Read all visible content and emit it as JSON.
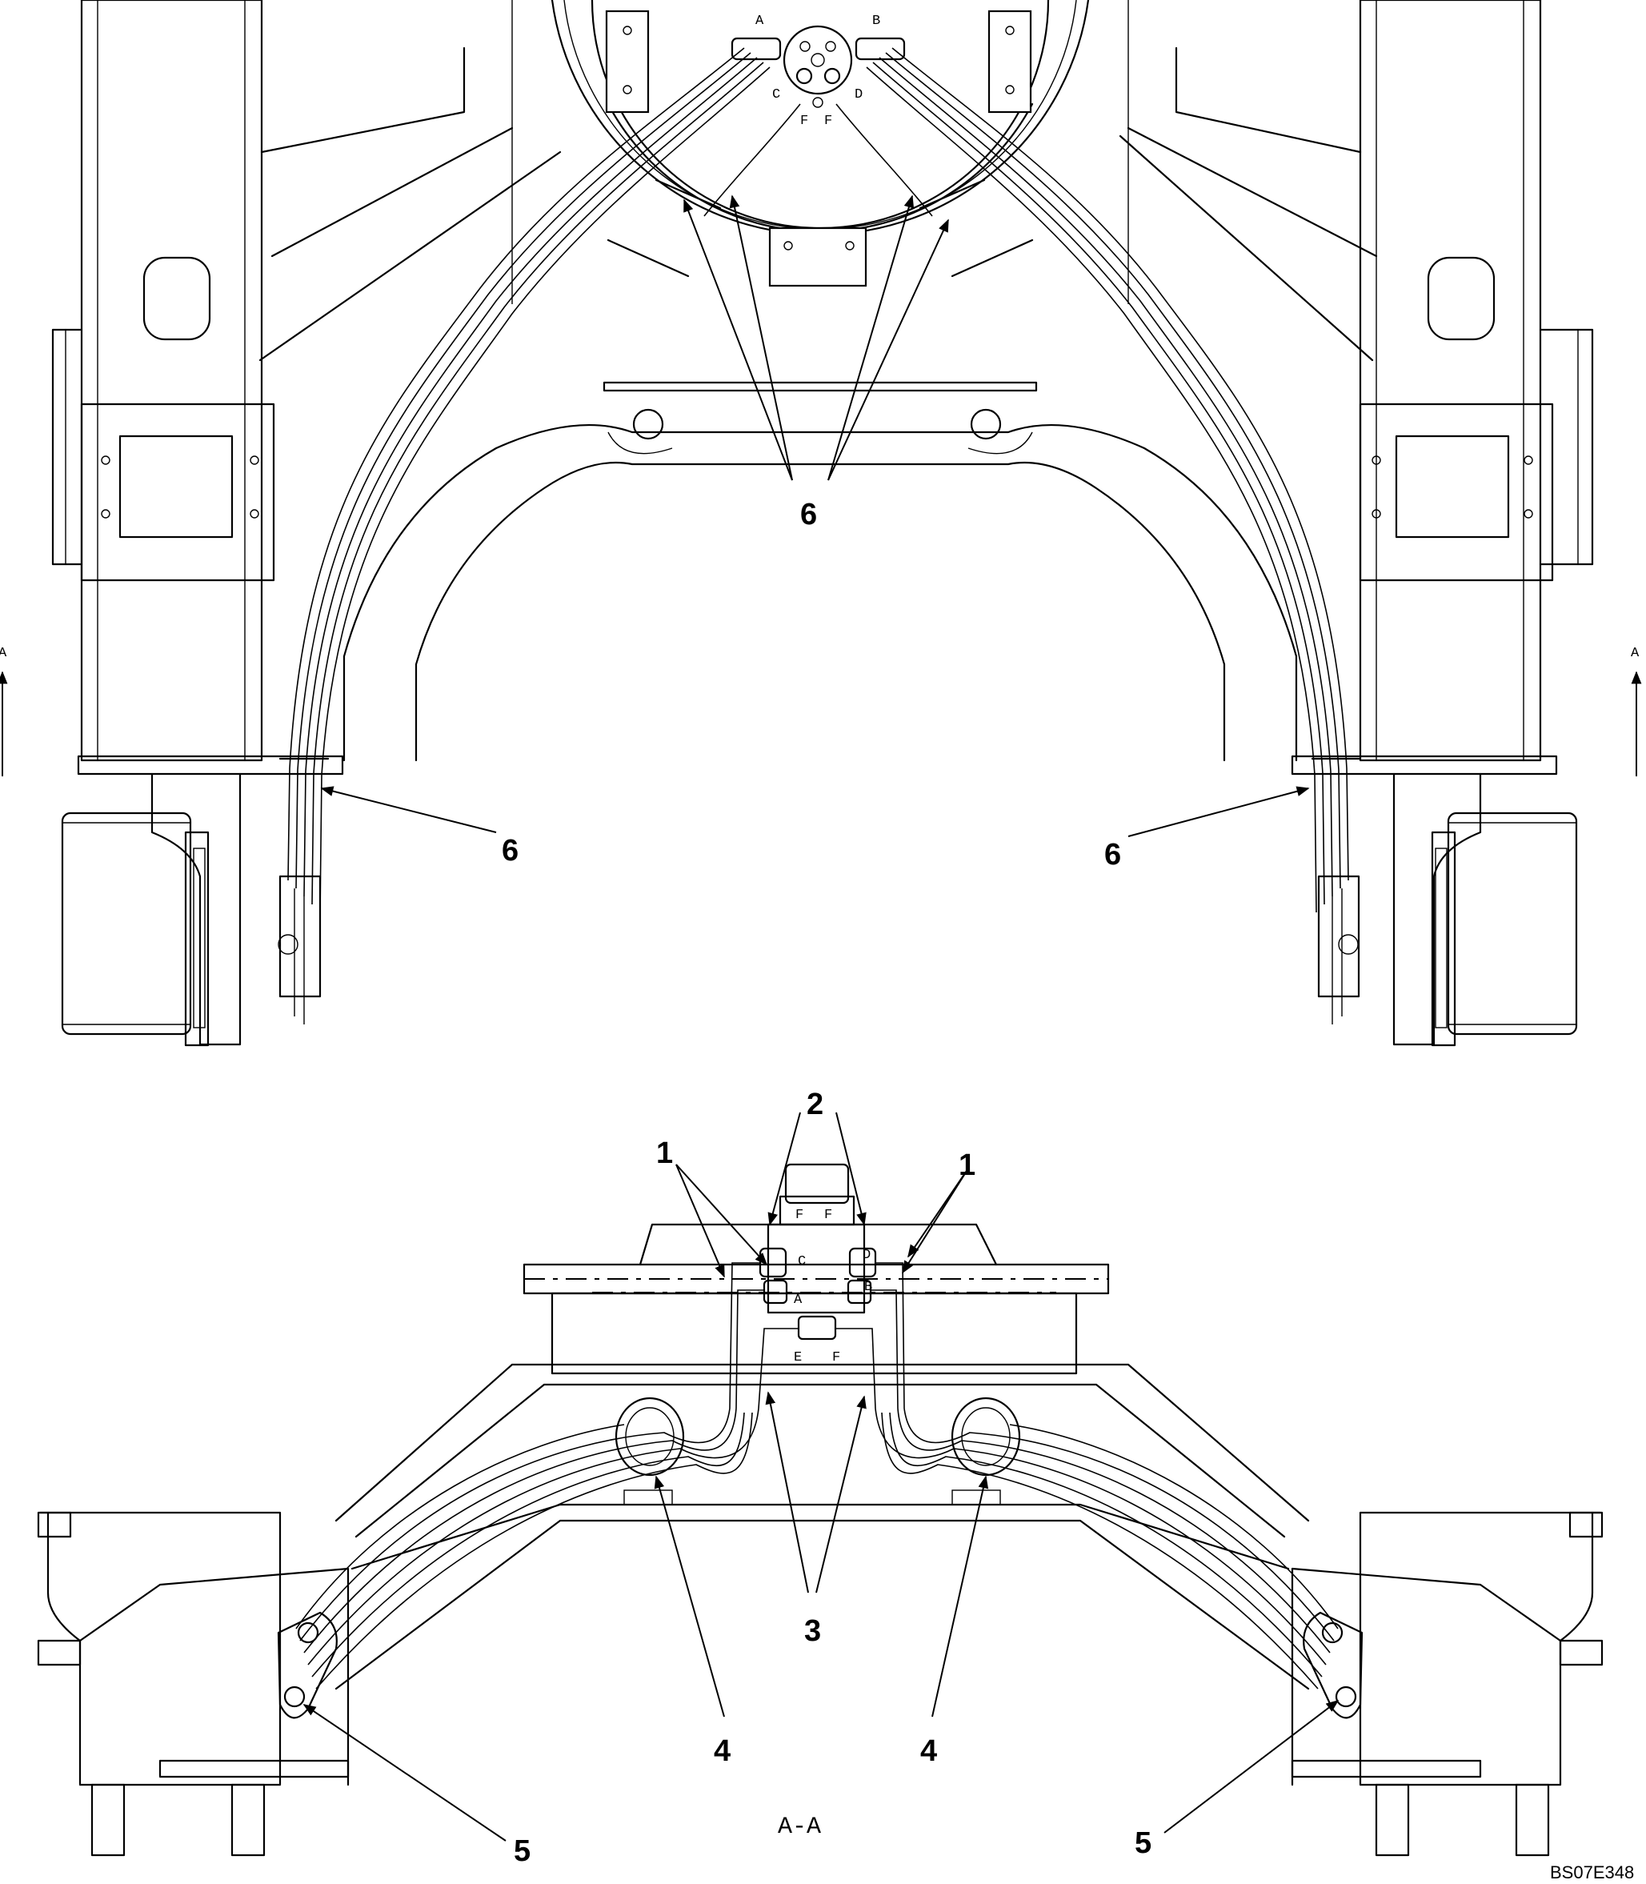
{
  "callouts": {
    "c1_left": "1",
    "c1_right": "1",
    "c2": "2",
    "c3": "3",
    "c4_left": "4",
    "c4_right": "4",
    "c5_left": "5",
    "c5_right": "5",
    "c6_center": "6",
    "c6_left": "6",
    "c6_right": "6"
  },
  "ports": {
    "top": {
      "a": "A",
      "b": "B",
      "c": "C",
      "d": "D",
      "f1": "F",
      "f2": "F"
    },
    "bottom": {
      "f1": "F",
      "f2": "F",
      "c": "C",
      "d": "D",
      "a": "A",
      "b": "B",
      "e": "E",
      "f3": "F"
    }
  },
  "section_arrows": {
    "left": "A",
    "right": "A"
  },
  "view_label": "A-A",
  "drawing_code": "BS07E348"
}
